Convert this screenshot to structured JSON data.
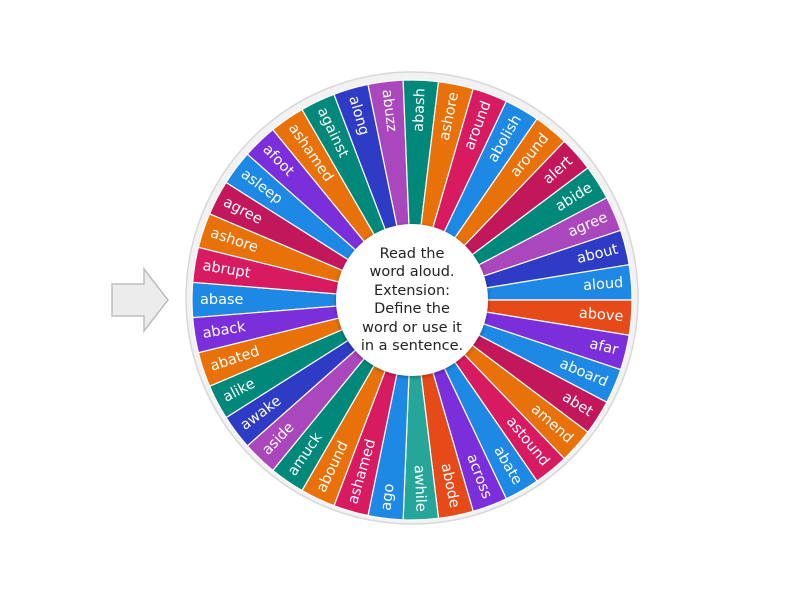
{
  "wheel": {
    "segment_words": [
      "abase",
      "abrupt",
      "ashore",
      "agree",
      "asleep",
      "afoot",
      "ashamed",
      "against",
      "along",
      "abuzz",
      "abash",
      "ashore",
      "around",
      "abolish",
      "around",
      "alert",
      "abide",
      "agree",
      "about",
      "aloud",
      "above",
      "afar",
      "aboard",
      "abet",
      "amend",
      "astound",
      "abate",
      "across",
      "abode",
      "awhile",
      "ago",
      "ashamed",
      "abound",
      "amuck",
      "aside",
      "awake",
      "alike",
      "abated",
      "aback"
    ],
    "segment_colors": [
      "#1e88e5",
      "#d81b60",
      "#e8710a",
      "#c2185b",
      "#1e88e5",
      "#7b2fdb",
      "#e8710a",
      "#00897b",
      "#2e3bc4",
      "#ab47bc",
      "#00897b",
      "#e8710a",
      "#d81b60",
      "#1e88e5",
      "#e8710a",
      "#c2185b",
      "#00897b",
      "#ab47bc",
      "#2e3bc4",
      "#1e88e5",
      "#e64a19",
      "#7b2fdb",
      "#1e88e5",
      "#c2185b",
      "#e8710a",
      "#d81b60",
      "#1e88e5",
      "#7b2fdb",
      "#e64a19",
      "#26a69a",
      "#1e88e5",
      "#d81b60",
      "#e8710a",
      "#00897b",
      "#ab47bc",
      "#2e3bc4",
      "#00897b",
      "#e8710a",
      "#7b2fdb"
    ],
    "rim_color": "#f2f2f2",
    "center_text_lines": [
      "Read the",
      "word aloud.",
      "Extension:",
      "Define the",
      "word or use it",
      "in a sentence."
    ]
  },
  "pointer": {
    "icon": "arrow-right-icon",
    "color": "#ececec"
  }
}
